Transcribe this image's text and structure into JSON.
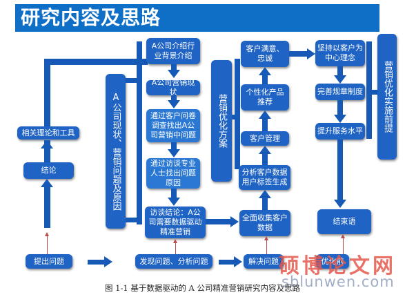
{
  "title": "研究内容及思路",
  "colors": {
    "box": "#1f63c4",
    "arrow": "#1659b7",
    "title_bar": "#0f6fc6"
  },
  "col1": {
    "theory": "相关理论和工具",
    "conclusion": "结论",
    "raise_problem": "提出问题"
  },
  "col2": {
    "status_vertical": "A公司现状、营销问题及原因"
  },
  "col3": {
    "intro": "A公司介绍行业背景介绍",
    "status": "A公司营销现状",
    "survey": "通过客户问卷调查找出A公司营销中问题",
    "interview": "通过访谈专业人士找出问题原因",
    "interview_conclusion": "访谈结论：A公司需要数据驱动精准营销",
    "find_analyze": "发现问题、分析问题"
  },
  "col4": {
    "plan_vertical": "营销优化方案"
  },
  "col5": {
    "satisfaction": "客户满意、忠诚",
    "personalized": "个性化产品推荐",
    "customer_mgmt": "客户管理",
    "analyze_data": "分析客户数据用户标签生成",
    "collect_data": "全面收集客户数据",
    "solve": "解决问题"
  },
  "col6": {
    "customer_centric": "坚持以客户为中心理念",
    "improve_rules": "完善规章制度",
    "service_level": "提升服务水平",
    "ending": "结束语",
    "fragment": "优化前"
  },
  "col7": {
    "premise_vertical": "营销优化实施前提"
  },
  "caption": "图 1-1 基于数据驱动的 A 公司精准营销研究内容及思路",
  "watermark": {
    "cn": "硕博论文网",
    "url": "sblunwen.com"
  }
}
